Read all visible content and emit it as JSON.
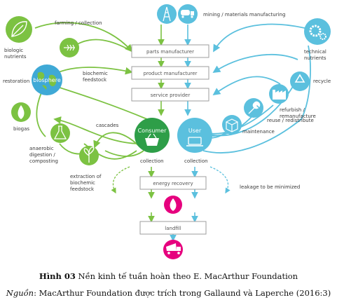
{
  "diagram": {
    "labels": {
      "farming": "farming / collection",
      "mining": "mining / materials manufacturing",
      "biologic_nutrients": "biologic\nnutrients",
      "technical_nutrients": "technical\nnutrients",
      "restoration": "restoration",
      "biosphere": "biosphere",
      "biochemic_feedstock": "biochemic\nfeedstock",
      "biogas": "biogas",
      "anaerobic": "anaerobic\ndigestion /\ncomposting",
      "cascades": "cascades",
      "extraction": "extraction of\nbiochemic\nfeedstock",
      "recycle": "recycle",
      "refurbish": "refurbish /\nremanufacture",
      "reuse": "reuse / redistribute",
      "maintenance": "maintenance",
      "consumer": "Consumer",
      "user": "User",
      "consumer_collection": "collection",
      "user_collection": "collection",
      "leakage": "leakage to be minimized"
    },
    "boxes": {
      "parts_manufacturer": "parts manufacturer",
      "product_manufacturer": "product manufacturer",
      "service_provider": "service provider",
      "energy_recovery": "energy recovery",
      "landfill": "landfill"
    },
    "colors": {
      "bio_green": "#7cc242",
      "bio_dark": "#2e9e48",
      "tech_blue": "#5bc0de",
      "energy_pink": "#e6007e",
      "box_gray": "#9e9e9e"
    },
    "icons": [
      "leaf-icon",
      "wheat-icon",
      "globe-icon",
      "flame-icon",
      "flask-icon",
      "sprout-icon",
      "basket-icon",
      "laptop-icon",
      "gear-icon",
      "recycle-icon",
      "factory-icon",
      "wrench-icon",
      "truck-icon",
      "oil-derrick-icon",
      "tanker-truck-icon",
      "dump-truck-icon",
      "box-icon"
    ]
  },
  "caption": {
    "fig_label": "Hình 03",
    "fig_text": " Nền kinh tế tuần hoàn theo E. MacArthur Foundation",
    "source_label": "Nguồn",
    "source_text": ": MacArthur Foundation được trích trong Gallaund và Laperche (2016:3)"
  }
}
